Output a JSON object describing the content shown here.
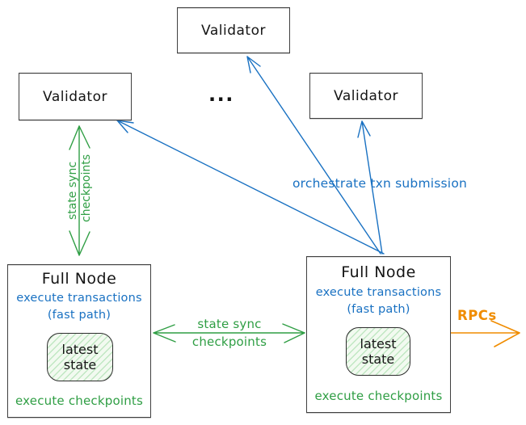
{
  "validators": [
    {
      "label": "Validator"
    },
    {
      "label": "Validator"
    },
    {
      "label": "Validator"
    }
  ],
  "ellipsis": "...",
  "full_nodes": [
    {
      "title": "Full Node",
      "exec_line1": "execute transactions",
      "exec_line2": "(fast path)",
      "state_word1": "latest",
      "state_word2": "state",
      "footer": "execute checkpoints"
    },
    {
      "title": "Full Node",
      "exec_line1": "execute transactions",
      "exec_line2": "(fast path)",
      "state_word1": "latest",
      "state_word2": "state",
      "footer": "execute checkpoints"
    }
  ],
  "arrow_labels": {
    "orchestrate": "orchestrate txn submission",
    "vertical_state_sync_line1": "state sync",
    "vertical_state_sync_line2": "checkpoints",
    "horizontal_state_sync_line1": "state sync",
    "horizontal_state_sync_line2": "checkpoints",
    "rpcs": "RPCs"
  },
  "colors": {
    "blue": "#1971c2",
    "green": "#2f9e44",
    "orange": "#f08c00",
    "ink": "#1d1d1d",
    "box_border": "#3f3f3f",
    "state_fill": "#f2faf0"
  }
}
